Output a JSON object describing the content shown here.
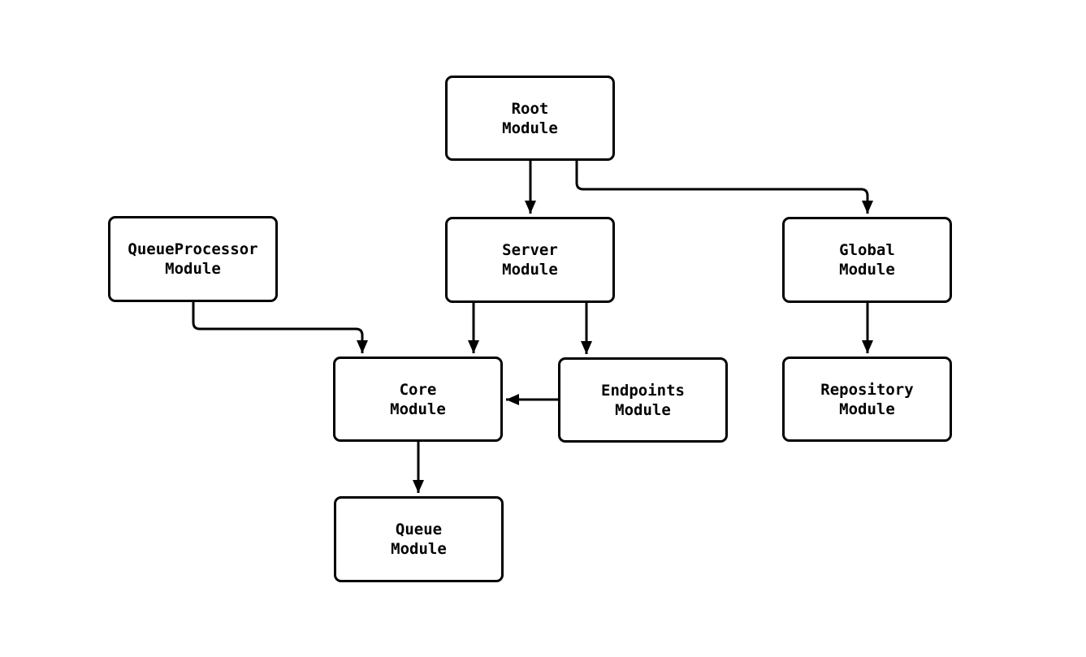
{
  "diagram": {
    "type": "module-dependency-flowchart",
    "background_color": "#ffffff",
    "node_fill_color": "#ffffff",
    "node_border_color": "#000000",
    "edge_color": "#000000",
    "text_color": "#000000",
    "nodes": [
      {
        "id": "root",
        "label": "Root\nModule"
      },
      {
        "id": "queueprocessor",
        "label": "QueueProcessor\nModule"
      },
      {
        "id": "server",
        "label": "Server\nModule"
      },
      {
        "id": "global",
        "label": "Global\nModule"
      },
      {
        "id": "core",
        "label": "Core\nModule"
      },
      {
        "id": "endpoints",
        "label": "Endpoints\nModule"
      },
      {
        "id": "repository",
        "label": "Repository\nModule"
      },
      {
        "id": "queue",
        "label": "Queue\nModule"
      }
    ],
    "edges": [
      {
        "from": "root",
        "to": "server"
      },
      {
        "from": "root",
        "to": "global"
      },
      {
        "from": "queueprocessor",
        "to": "core"
      },
      {
        "from": "server",
        "to": "core"
      },
      {
        "from": "server",
        "to": "endpoints"
      },
      {
        "from": "endpoints",
        "to": "core"
      },
      {
        "from": "global",
        "to": "repository"
      },
      {
        "from": "core",
        "to": "queue"
      }
    ]
  }
}
